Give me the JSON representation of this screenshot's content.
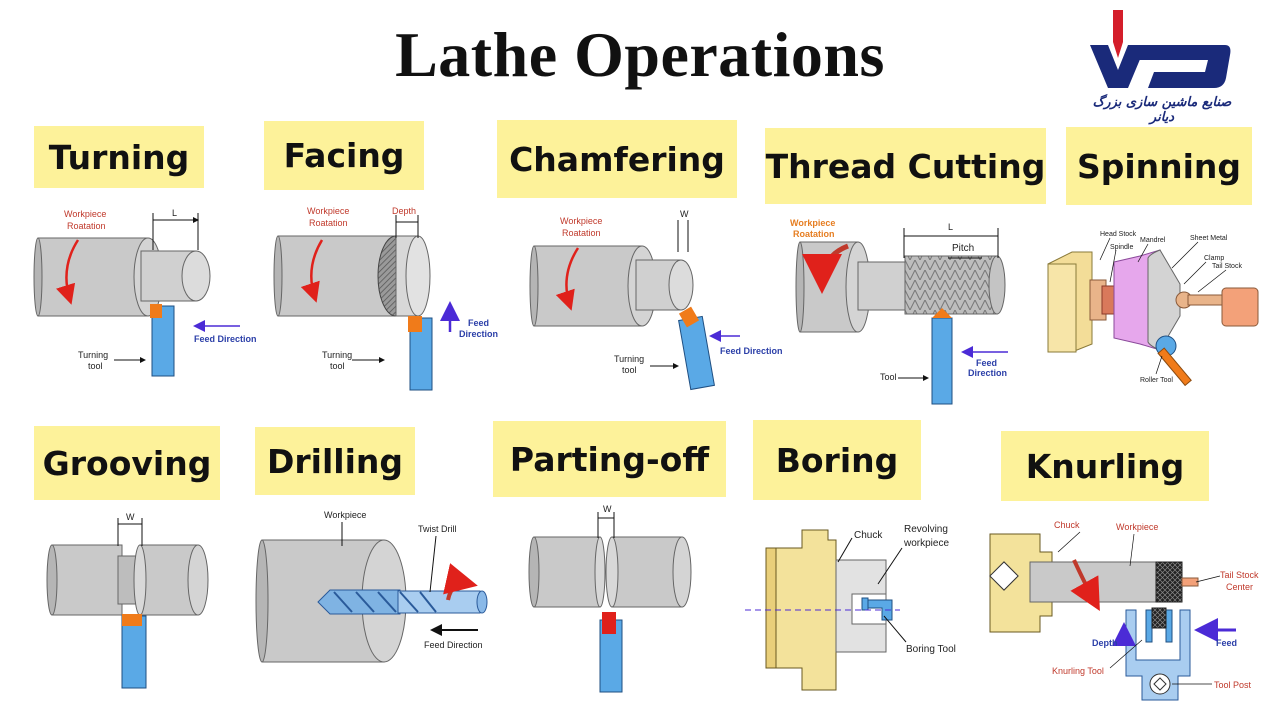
{
  "title": "Lathe Operations",
  "logo": {
    "caption": "صنایع ماشین سازی بزرگ دیانر"
  },
  "operations": [
    {
      "name": "Turning"
    },
    {
      "name": "Facing"
    },
    {
      "name": "Chamfering"
    },
    {
      "name": "Thread Cutting"
    },
    {
      "name": "Spinning"
    },
    {
      "name": "Grooving"
    },
    {
      "name": "Drilling"
    },
    {
      "name": "Parting-off"
    },
    {
      "name": "Boring"
    },
    {
      "name": "Knurling"
    }
  ],
  "annotations": {
    "workpiece_rotation_1": "Workpiece",
    "workpiece_rotation_2": "Roatation",
    "L": "L",
    "W": "W",
    "depth": "Depth",
    "feed_direction": "Feed Direction",
    "feed": "Feed",
    "direction": "Direction",
    "turning": "Turning",
    "tool": "tool",
    "Tool": "Tool",
    "pitch": "Pitch",
    "head_stock": "Head Stock",
    "spindle": "Spindle",
    "mandrel": "Mandrel",
    "sheet_metal": "Sheet Metal",
    "clamp": "Clamp",
    "tail_stock": "Tail Stock",
    "roller_tool": "Roller Tool",
    "workpiece": "Workpiece",
    "twist_drill": "Twist Drill",
    "chuck": "Chuck",
    "revolving": "Revolving",
    "workpiece_lc": "workpiece",
    "boring_tool": "Boring Tool",
    "tail_stock_center_1": "Tail Stock",
    "tail_stock_center_2": "Center",
    "depth_cap": "Depth",
    "knurling_tool": "Knurling Tool",
    "tool_post": "Tool Post"
  },
  "colors": {
    "label_bg": "#fdf29a",
    "workpiece_gray": "#c9c9c9",
    "tool_blue": "#5aa9e6",
    "tool_orange": "#f07b1a",
    "rotation_red": "#e0211b",
    "feed_arrow": "#4b2bd6",
    "logo_blue": "#1a2a7a",
    "logo_red": "#d41e2a"
  }
}
